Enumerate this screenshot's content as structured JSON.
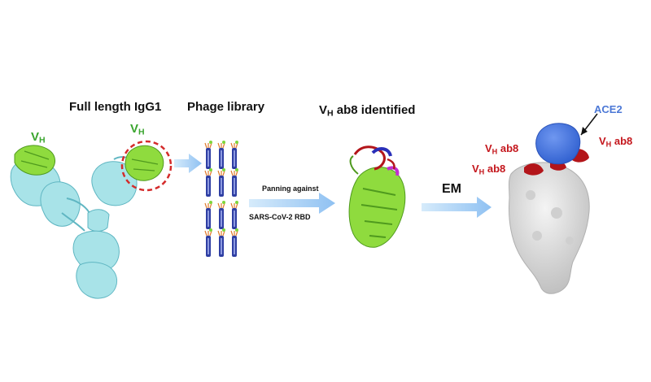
{
  "panels": {
    "igg": {
      "title": "Full length IgG1",
      "vh_left": {
        "main": "V",
        "sub": "H"
      },
      "vh_right": {
        "main": "V",
        "sub": "H"
      }
    },
    "phage": {
      "title": "Phage library"
    },
    "panning": {
      "line1": "Panning against",
      "line2": "SARS-CoV-2 RBD"
    },
    "ab8": {
      "title_main": "V",
      "title_sub": "H",
      "title_rest": " ab8 identified"
    },
    "em": {
      "label": "EM"
    },
    "complex": {
      "ace2": "ACE2",
      "vh_labels": [
        {
          "main": "V",
          "sub": "H",
          "rest": " ab8"
        },
        {
          "main": "V",
          "sub": "H",
          "rest": " ab8"
        },
        {
          "main": "V",
          "sub": "H",
          "rest": " ab8"
        }
      ]
    }
  },
  "colors": {
    "antibody_cyan": "#9fe0e6",
    "vh_green": "#7fd63c",
    "phage_blue": "#2f3fa3",
    "arrow_blue": "#8fc1f2",
    "circle_red": "#d42b2b",
    "ace2_blue": "#3c6fe0",
    "ab8_red": "#c4161c",
    "spike_grey": "#d9d9d9"
  }
}
